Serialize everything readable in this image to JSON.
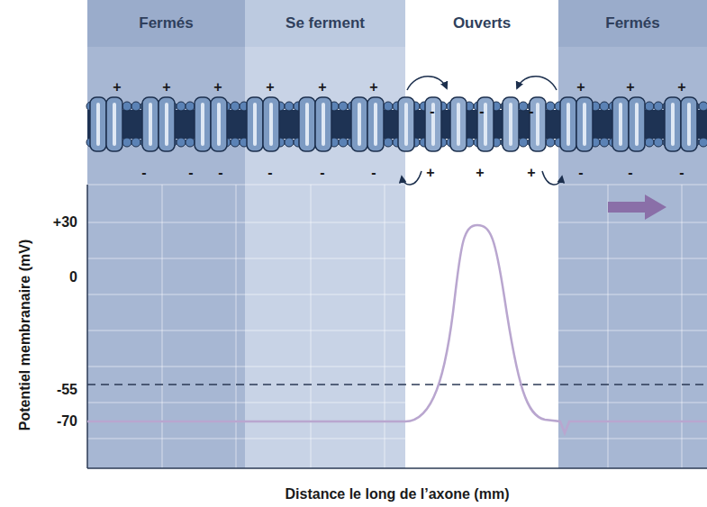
{
  "diagram": {
    "nodes": [
      {
        "text": [
          "Fermés"
        ]
      },
      {
        "text": [
          "Se ferment"
        ]
      },
      {
        "text": [
          "Ouverts"
        ]
      },
      {
        "text": [
          "Fermés"
        ]
      }
    ],
    "labels": [
      "+",
      "+",
      "+",
      "+",
      "+",
      "+",
      "-",
      "-",
      "-",
      "+",
      "+",
      "+",
      "-",
      "-",
      "-",
      "-",
      "-",
      "-",
      "+",
      "+",
      "+",
      "-",
      "-",
      "-",
      "+30",
      "0",
      "-55",
      "-70",
      "Potentiel membranaire (mV)",
      "Distance le long de l’axone (mm)"
    ]
  }
}
